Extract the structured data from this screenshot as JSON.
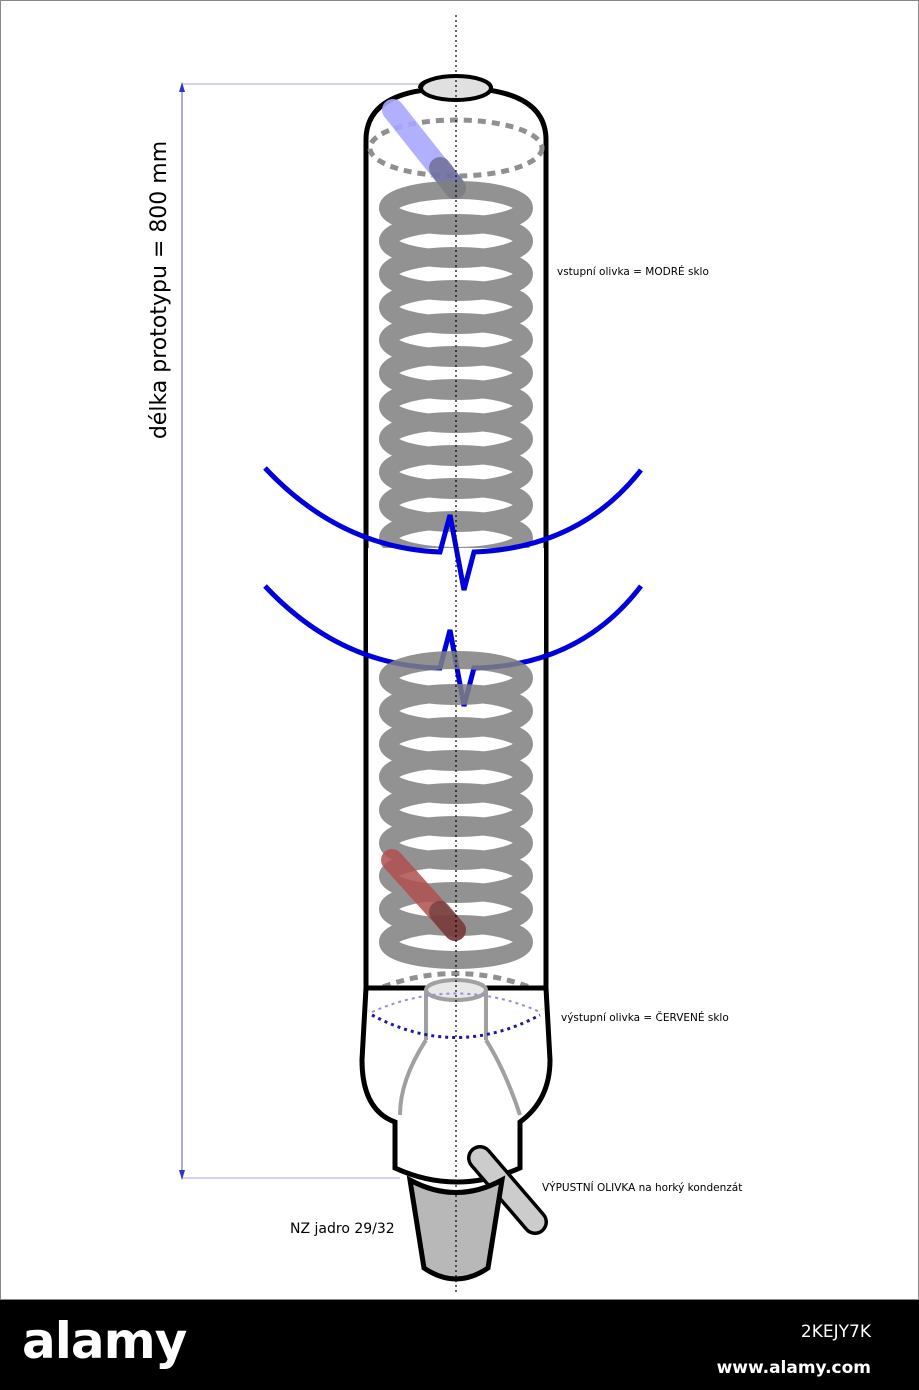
{
  "diagram": {
    "length_label": "délka prototypu = 800 mm",
    "inlet_label": "vstupní olivka = MODRÉ sklo",
    "outlet_label": "výstupní olivka = ČERVENÉ sklo",
    "drain_label": "VÝPUSTNÍ OLIVKA na horký kondenzát",
    "joint_label": "NZ jadro 29/32",
    "colors": {
      "inlet_glass": "#a8a8ff",
      "outlet_glass": "#b05050",
      "break_marks": "#0000dd",
      "coil": "#808080",
      "dimension_line": "#5555cc"
    }
  },
  "watermark": {
    "logo": "alamy",
    "image_id": "2KEJY7K",
    "site": "www.alamy.com"
  }
}
